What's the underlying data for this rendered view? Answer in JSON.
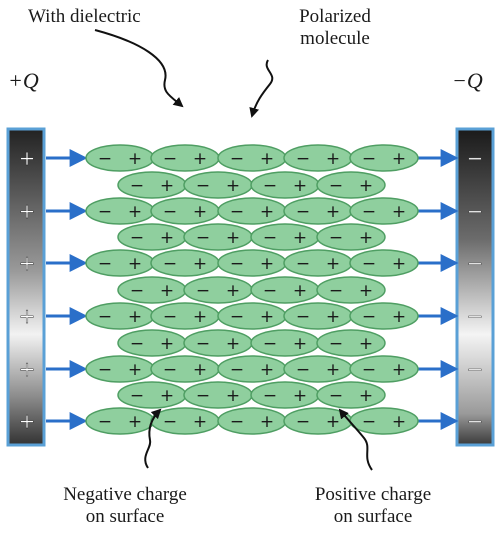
{
  "labels": {
    "with_dielectric": "With dielectric",
    "polarized_line1": "Polarized",
    "polarized_line2": "molecule",
    "left_charge": "+Q",
    "right_charge": "−Q",
    "negative_line1": "Negative charge",
    "negative_line2": "on surface",
    "positive_line1": "Positive charge",
    "positive_line2": "on surface"
  },
  "plate_signs": {
    "left": "+",
    "right": "−"
  },
  "molecule": {
    "neg": "−",
    "pos": "+"
  },
  "layout_counts": {
    "field_rows": 6,
    "molecules_per_long_row": 5,
    "molecules_per_short_row": 4
  },
  "colors": {
    "molecule_fill": "#8fcf9e",
    "molecule_stroke": "#4f9e63",
    "arrow": "#2a6fc9",
    "plate_edge": "#5aa0d6"
  }
}
